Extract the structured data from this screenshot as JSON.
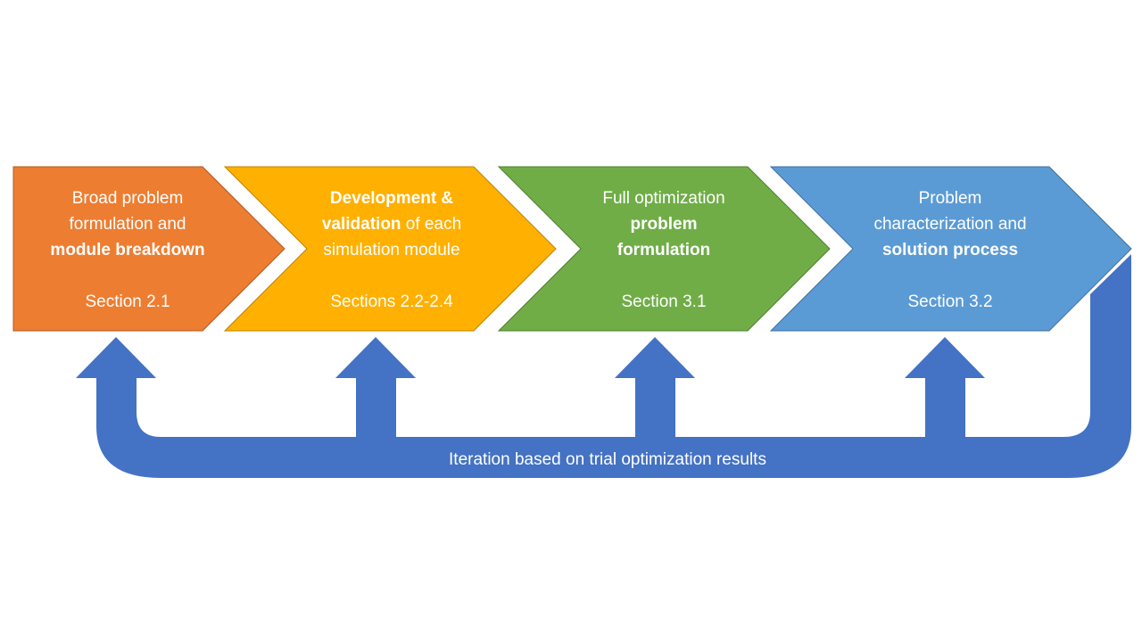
{
  "colors": {
    "step1": "#ED7D31",
    "step2": "#FFB000",
    "step3": "#70AD47",
    "step4": "#5B9BD5",
    "feedback": "#4472C4",
    "text": "#FFFFFF"
  },
  "steps": [
    {
      "line1": "Broad problem",
      "line2": "formulation and",
      "line3_bold": "module breakdown",
      "section": "Section 2.1"
    },
    {
      "line1_bold": "Development &",
      "line2_bold": "validation",
      "line2_rest": " of each",
      "line3": "simulation module",
      "section": "Sections 2.2-2.4"
    },
    {
      "line1": "Full optimization",
      "line2_bold": "problem",
      "line3_bold": "formulation",
      "section": "Section 3.1"
    },
    {
      "line1": "Problem",
      "line2": "characterization and",
      "line3_bold": "solution process",
      "section": "Section 3.2"
    }
  ],
  "feedback": {
    "label": "Iteration based on trial optimization results"
  }
}
